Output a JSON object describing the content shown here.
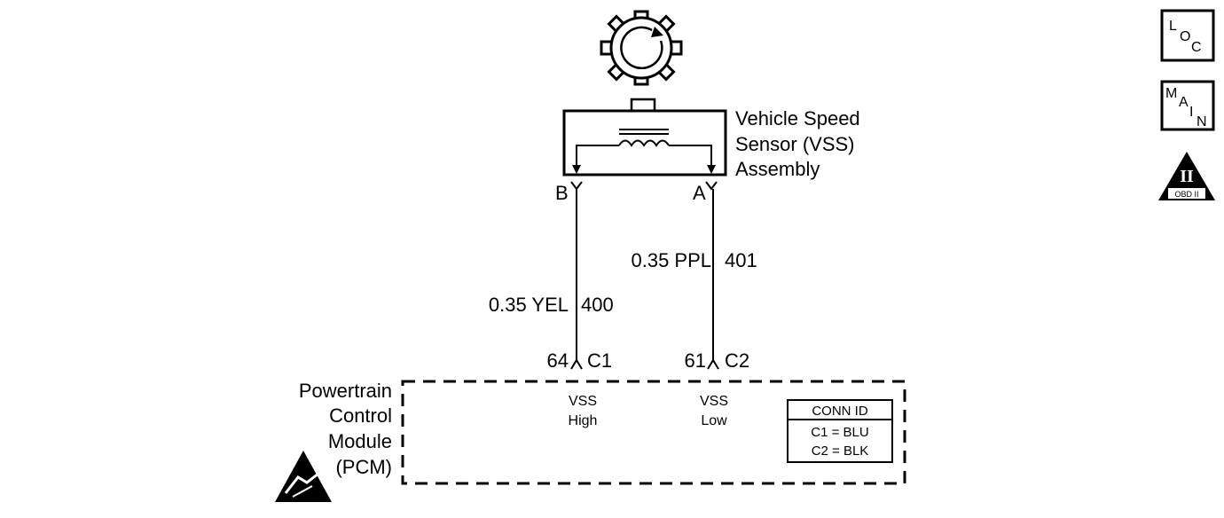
{
  "sensor": {
    "title_lines": [
      "Vehicle Speed",
      "Sensor (VSS)",
      "Assembly"
    ],
    "terminal_b": "B",
    "terminal_a": "A"
  },
  "wires": {
    "high": {
      "gauge_color": "0.35 YEL",
      "circuit": "400"
    },
    "low": {
      "gauge_color": "0.35 PPL",
      "circuit": "401"
    }
  },
  "pcm": {
    "title_lines": [
      "Powertrain",
      "Control",
      "Module",
      "(PCM)"
    ],
    "pin_high": "64",
    "conn_high": "C1",
    "pin_low": "61",
    "conn_low": "C2",
    "vss_high_lines": [
      "VSS",
      "High"
    ],
    "vss_low_lines": [
      "VSS",
      "Low"
    ],
    "conn_id": {
      "header": "CONN ID",
      "rows": [
        "C1 = BLU",
        "C2 = BLK"
      ]
    }
  },
  "nav": {
    "loc": {
      "l1": "L",
      "l2": "O",
      "l3": "C"
    },
    "main": {
      "l1": "M",
      "l2": "A",
      "l3": "I",
      "l4": "N"
    },
    "obd": {
      "numeral": "II",
      "label": "OBD II"
    }
  }
}
